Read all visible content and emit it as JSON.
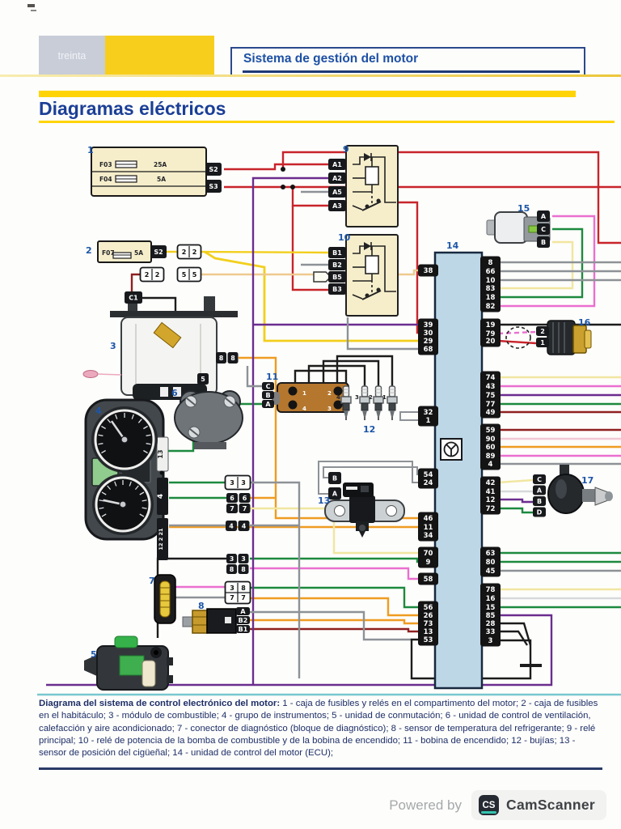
{
  "header": {
    "page_tab": "treinta",
    "section_title": "Sistema de gestión del motor"
  },
  "heading": "Diagramas eléctricos",
  "caption": {
    "lead": "Diagrama del sistema de control electrónico del motor:",
    "body": " 1 - caja de fusibles y relés en el compartimento del motor; 2 - caja de fusibles en el habitáculo; 3 - módulo de combustible; 4 - grupo de instrumentos; 5 - unidad de conmutación; 6 - unidad de control de ventilación, calefacción y aire acondicionado; 7 - conector de diagnóstico (bloque de diagnóstico); 8 - sensor de temperatura del refrigerante; 9 - relé principal; 10 - relé de potencia de la bomba de combustible y de la bobina de encendido; 11 - bobina de encendido; 12 - bujías; 13 - sensor de posición del cigüeñal; 14 - unidad de control del motor (ECU);"
  },
  "footer": {
    "powered_by": "Powered by",
    "logo": "CS",
    "brand": "CamScanner"
  },
  "diagram": {
    "fusebox1": {
      "label": "1",
      "rows": [
        {
          "name": "F03",
          "amp": "25A"
        },
        {
          "name": "F04",
          "amp": "5A"
        }
      ]
    },
    "fusebox2": {
      "label": "2",
      "rows": [
        {
          "name": "F07",
          "amp": "5A"
        }
      ]
    },
    "fuel_module": {
      "label": "3"
    },
    "cluster": {
      "label": "4",
      "strips": [
        "13",
        "4",
        "12 2 21"
      ]
    },
    "switch_unit": {
      "label": "5"
    },
    "hvac_unit": {
      "label": "6"
    },
    "diag_connector": {
      "label": "7"
    },
    "coolant_sensor": {
      "label": "8"
    },
    "relay_main": {
      "label": "9"
    },
    "relay_pump": {
      "label": "10"
    },
    "ignition_coil": {
      "label": "11",
      "terminals": [
        "1",
        "2",
        "4",
        "3"
      ]
    },
    "spark_plugs": {
      "label": "12",
      "numbers": [
        "4",
        "3",
        "2",
        "1"
      ]
    },
    "crank_sensor": {
      "label": "13"
    },
    "ecu": {
      "label": "14",
      "left_pin_groups": [
        [
          "38"
        ],
        [
          "39",
          "30",
          "29",
          "68"
        ],
        [
          "32",
          "1"
        ],
        [
          "54",
          "24"
        ],
        [
          "46",
          "11",
          "34"
        ],
        [
          "70",
          "9"
        ],
        [
          "58"
        ],
        [
          "56",
          "26",
          "73",
          "13",
          "53"
        ]
      ],
      "right_pin_groups": [
        [
          "8",
          "66",
          "10",
          "83",
          "18",
          "82"
        ],
        [
          "19",
          "79",
          "20"
        ],
        [
          "74",
          "43",
          "75",
          "77",
          "49"
        ],
        [
          "59",
          "90",
          "60",
          "89",
          "4"
        ],
        [
          "42",
          "41",
          "12",
          "72"
        ],
        [
          "63",
          "80",
          "45"
        ],
        [
          "78",
          "16",
          "15",
          "85",
          "28",
          "33",
          "3"
        ]
      ]
    },
    "sensor15": {
      "label": "15"
    },
    "sensor16": {
      "label": "16"
    },
    "idle_valve": {
      "label": "17"
    },
    "connectors": {
      "a22": [
        [
          "2",
          "2"
        ]
      ],
      "b22": [
        [
          "2",
          "2"
        ]
      ],
      "b55": [
        [
          "5",
          "5"
        ]
      ],
      "c88": [
        [
          "8",
          "8"
        ]
      ],
      "c5": [
        [
          "5"
        ]
      ],
      "k33": [
        [
          "3",
          "3"
        ]
      ],
      "k6677": [
        [
          "6",
          "6"
        ],
        [
          "7",
          "7"
        ]
      ],
      "k44": [
        [
          "4",
          "4"
        ]
      ],
      "k3388": [
        [
          "3",
          "3"
        ],
        [
          "8",
          "8"
        ]
      ],
      "k3877": [
        [
          "3",
          "8"
        ],
        [
          "7",
          "7"
        ]
      ],
      "s1": [
        [
          "S2"
        ],
        [
          "S3"
        ]
      ],
      "s2": [
        [
          "S2"
        ]
      ],
      "c1": [
        [
          "C1"
        ]
      ],
      "r9": [
        [
          "A1"
        ],
        [
          "A2"
        ],
        [
          "A5"
        ],
        [
          "A3"
        ]
      ],
      "r10": [
        [
          "B1"
        ],
        [
          "B2"
        ],
        [
          "B5"
        ],
        [
          "B3"
        ]
      ],
      "coil": [
        [
          "C"
        ],
        [
          "B"
        ],
        [
          "A"
        ]
      ],
      "crank": [
        [
          "B"
        ],
        [
          "A"
        ]
      ],
      "t8": [
        [
          "A"
        ],
        [
          "B2"
        ],
        [
          "B1"
        ]
      ],
      "t15": [
        [
          "A"
        ],
        [
          "C"
        ],
        [
          "B"
        ]
      ],
      "t16": [
        [
          "2"
        ],
        [
          "1"
        ]
      ],
      "t17": [
        [
          "C"
        ],
        [
          "A"
        ],
        [
          "B"
        ],
        [
          "D"
        ]
      ]
    }
  },
  "colors": {
    "red": "#c8242b",
    "dark_red": "#8f2020",
    "yellow": "#f2cf1d",
    "pale_yellow": "#f1e6a0",
    "orange": "#ef9c22",
    "pale_orange": "#edc98f",
    "green": "#1c8a3e",
    "pink": "#ea6fd0",
    "pale_pink": "#f0c9d4",
    "purple": "#6b2d8f",
    "black": "#1c1c1c",
    "gray": "#8d9297",
    "light_gray": "#d6d9db",
    "teal": "#79c7cf",
    "accent_blue": "#1d56a8",
    "header_blue": "#1b3f97",
    "band_yellow": "#ffd406"
  }
}
